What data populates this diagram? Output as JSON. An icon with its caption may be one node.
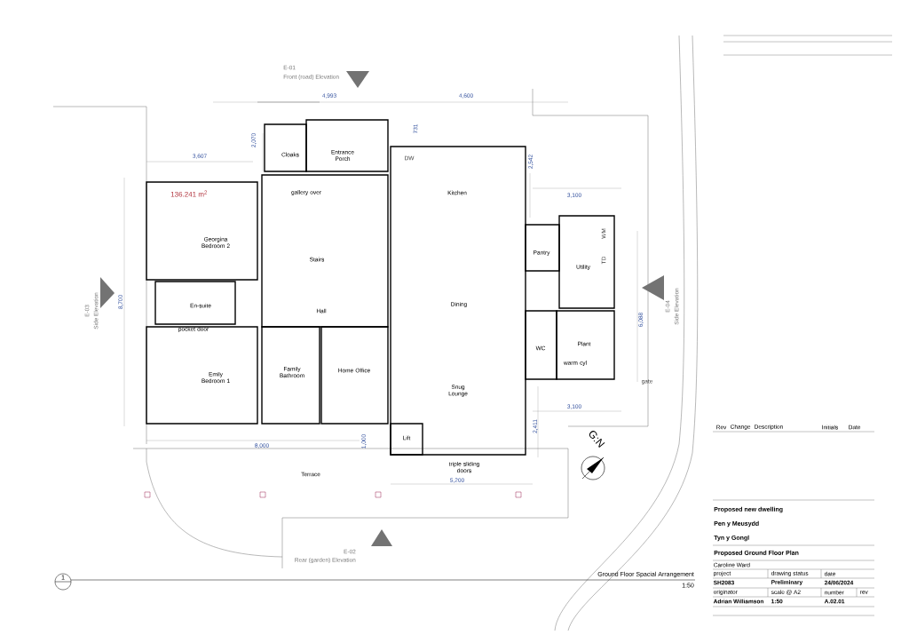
{
  "diagram": {
    "title": "Proposed Ground Floor Plan",
    "nodes": [
      {
        "text": [
          "Cloaks"
        ]
      },
      {
        "text": [
          "Entrance Porch"
        ]
      },
      {
        "text": [
          "Georgina Bedroom 2"
        ]
      },
      {
        "text": [
          "gallery over",
          "Stairs",
          "Hall"
        ]
      },
      {
        "text": [
          "Kitchen",
          "Dining",
          "Snug Lounge"
        ]
      },
      {
        "text": [
          "Lift"
        ],
        "in": 4
      },
      {
        "text": [
          "Pantry"
        ]
      },
      {
        "text": [
          "Utility"
        ]
      },
      {
        "text": [
          "En-suite"
        ]
      },
      {
        "text": [
          "WC"
        ]
      },
      {
        "text": [
          "Plant"
        ]
      },
      {
        "text": [
          "Emily Bedroom 1"
        ]
      },
      {
        "text": [
          "Family Bathroom"
        ]
      },
      {
        "text": [
          "Home Office"
        ]
      }
    ],
    "labels": [
      "E-01",
      "Front (road) Elevation",
      "4,993",
      "4,600",
      "731",
      "3,607",
      "2,070",
      "136.241 m$^{2}$",
      "DW",
      "WM",
      "TD",
      "2,542",
      "3,100",
      "E-03",
      "Side Elevation",
      "8,700",
      "pocket door",
      "E-04",
      "Side Elevation",
      "6,088",
      "warm cyl",
      "gate",
      "3,100",
      "2,411",
      "8,000",
      "1,000",
      "triple sliding doors",
      "5,200",
      "Terrace",
      "G:N",
      "E-02",
      "Rear (garden) Elevation",
      "Rev",
      "Change",
      "Description",
      "Initials",
      "Date",
      "Proposed new dwelling",
      "Pen y Meusydd",
      "Tyn y Gongl",
      "Caroline Ward",
      "project",
      "drawing status",
      "date",
      "SH2083",
      "Preliminary",
      "24/06/2024",
      "originator",
      "scale @ A2",
      "number",
      "rev",
      "Adrian Williamson",
      "1:50",
      "A.02.01",
      "1",
      "Ground Floor Spacial Arrangement",
      "1:50"
    ]
  }
}
